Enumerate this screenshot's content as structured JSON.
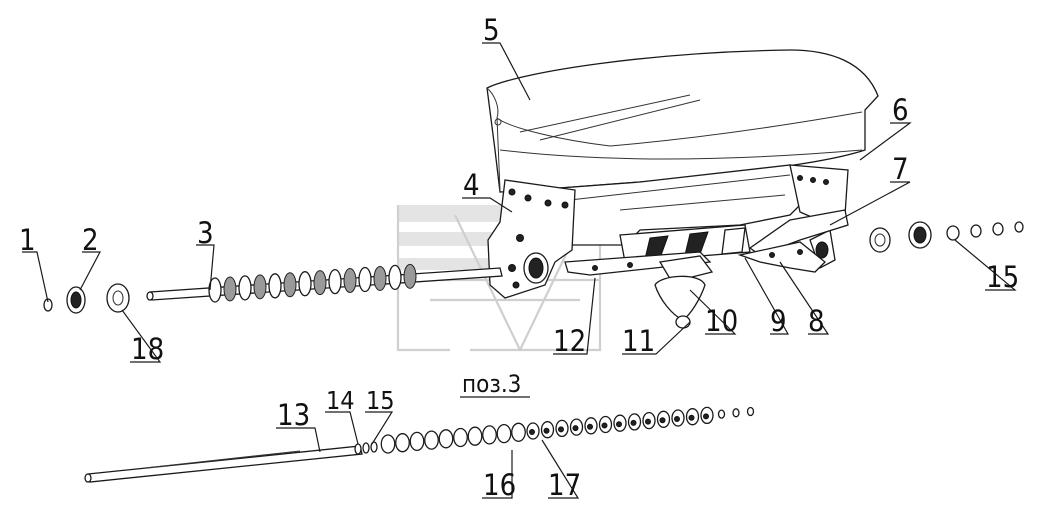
{
  "diagram": {
    "caption": "поз.3",
    "callouts": {
      "c1": "1",
      "c2": "2",
      "c3": "3",
      "c4": "4",
      "c5": "5",
      "c6": "6",
      "c7": "7",
      "c8": "8",
      "c9": "9",
      "c10": "10",
      "c11": "11",
      "c12": "12",
      "c13": "13",
      "c14": "14",
      "c15a": "15",
      "c15b": "15",
      "c16": "16",
      "c17": "17",
      "c18": "18"
    }
  }
}
